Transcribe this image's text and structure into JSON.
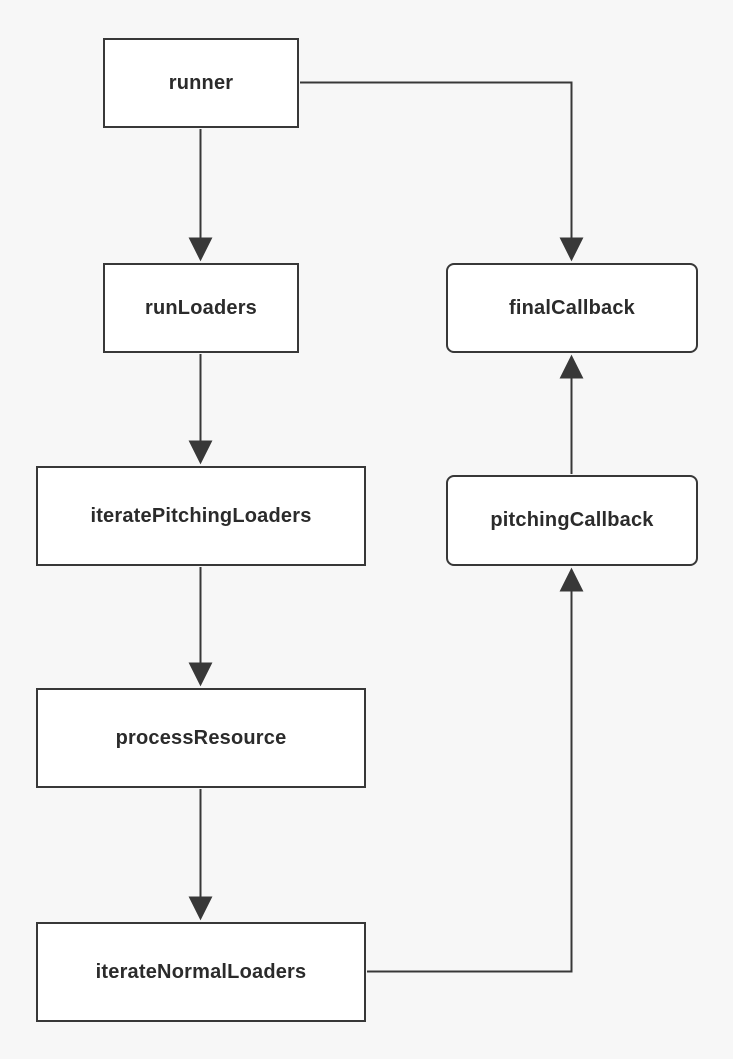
{
  "diagram": {
    "type": "flowchart",
    "nodes": {
      "runner": {
        "label": "runner"
      },
      "runLoaders": {
        "label": "runLoaders"
      },
      "iteratePitchingLoaders": {
        "label": "iteratePitchingLoaders"
      },
      "processResource": {
        "label": "processResource"
      },
      "iterateNormalLoaders": {
        "label": "iterateNormalLoaders"
      },
      "finalCallback": {
        "label": "finalCallback"
      },
      "pitchingCallback": {
        "label": "pitchingCallback"
      }
    },
    "edges": [
      {
        "from": "runner",
        "to": "runLoaders"
      },
      {
        "from": "runLoaders",
        "to": "iteratePitchingLoaders"
      },
      {
        "from": "iteratePitchingLoaders",
        "to": "processResource"
      },
      {
        "from": "processResource",
        "to": "iterateNormalLoaders"
      },
      {
        "from": "runner",
        "to": "finalCallback"
      },
      {
        "from": "iterateNormalLoaders",
        "to": "pitchingCallback"
      },
      {
        "from": "pitchingCallback",
        "to": "finalCallback"
      }
    ],
    "colors": {
      "background": "#f7f7f7",
      "node_fill": "#ffffff",
      "node_border": "#383838",
      "arrow": "#383838",
      "text": "#2b2b2b"
    }
  }
}
